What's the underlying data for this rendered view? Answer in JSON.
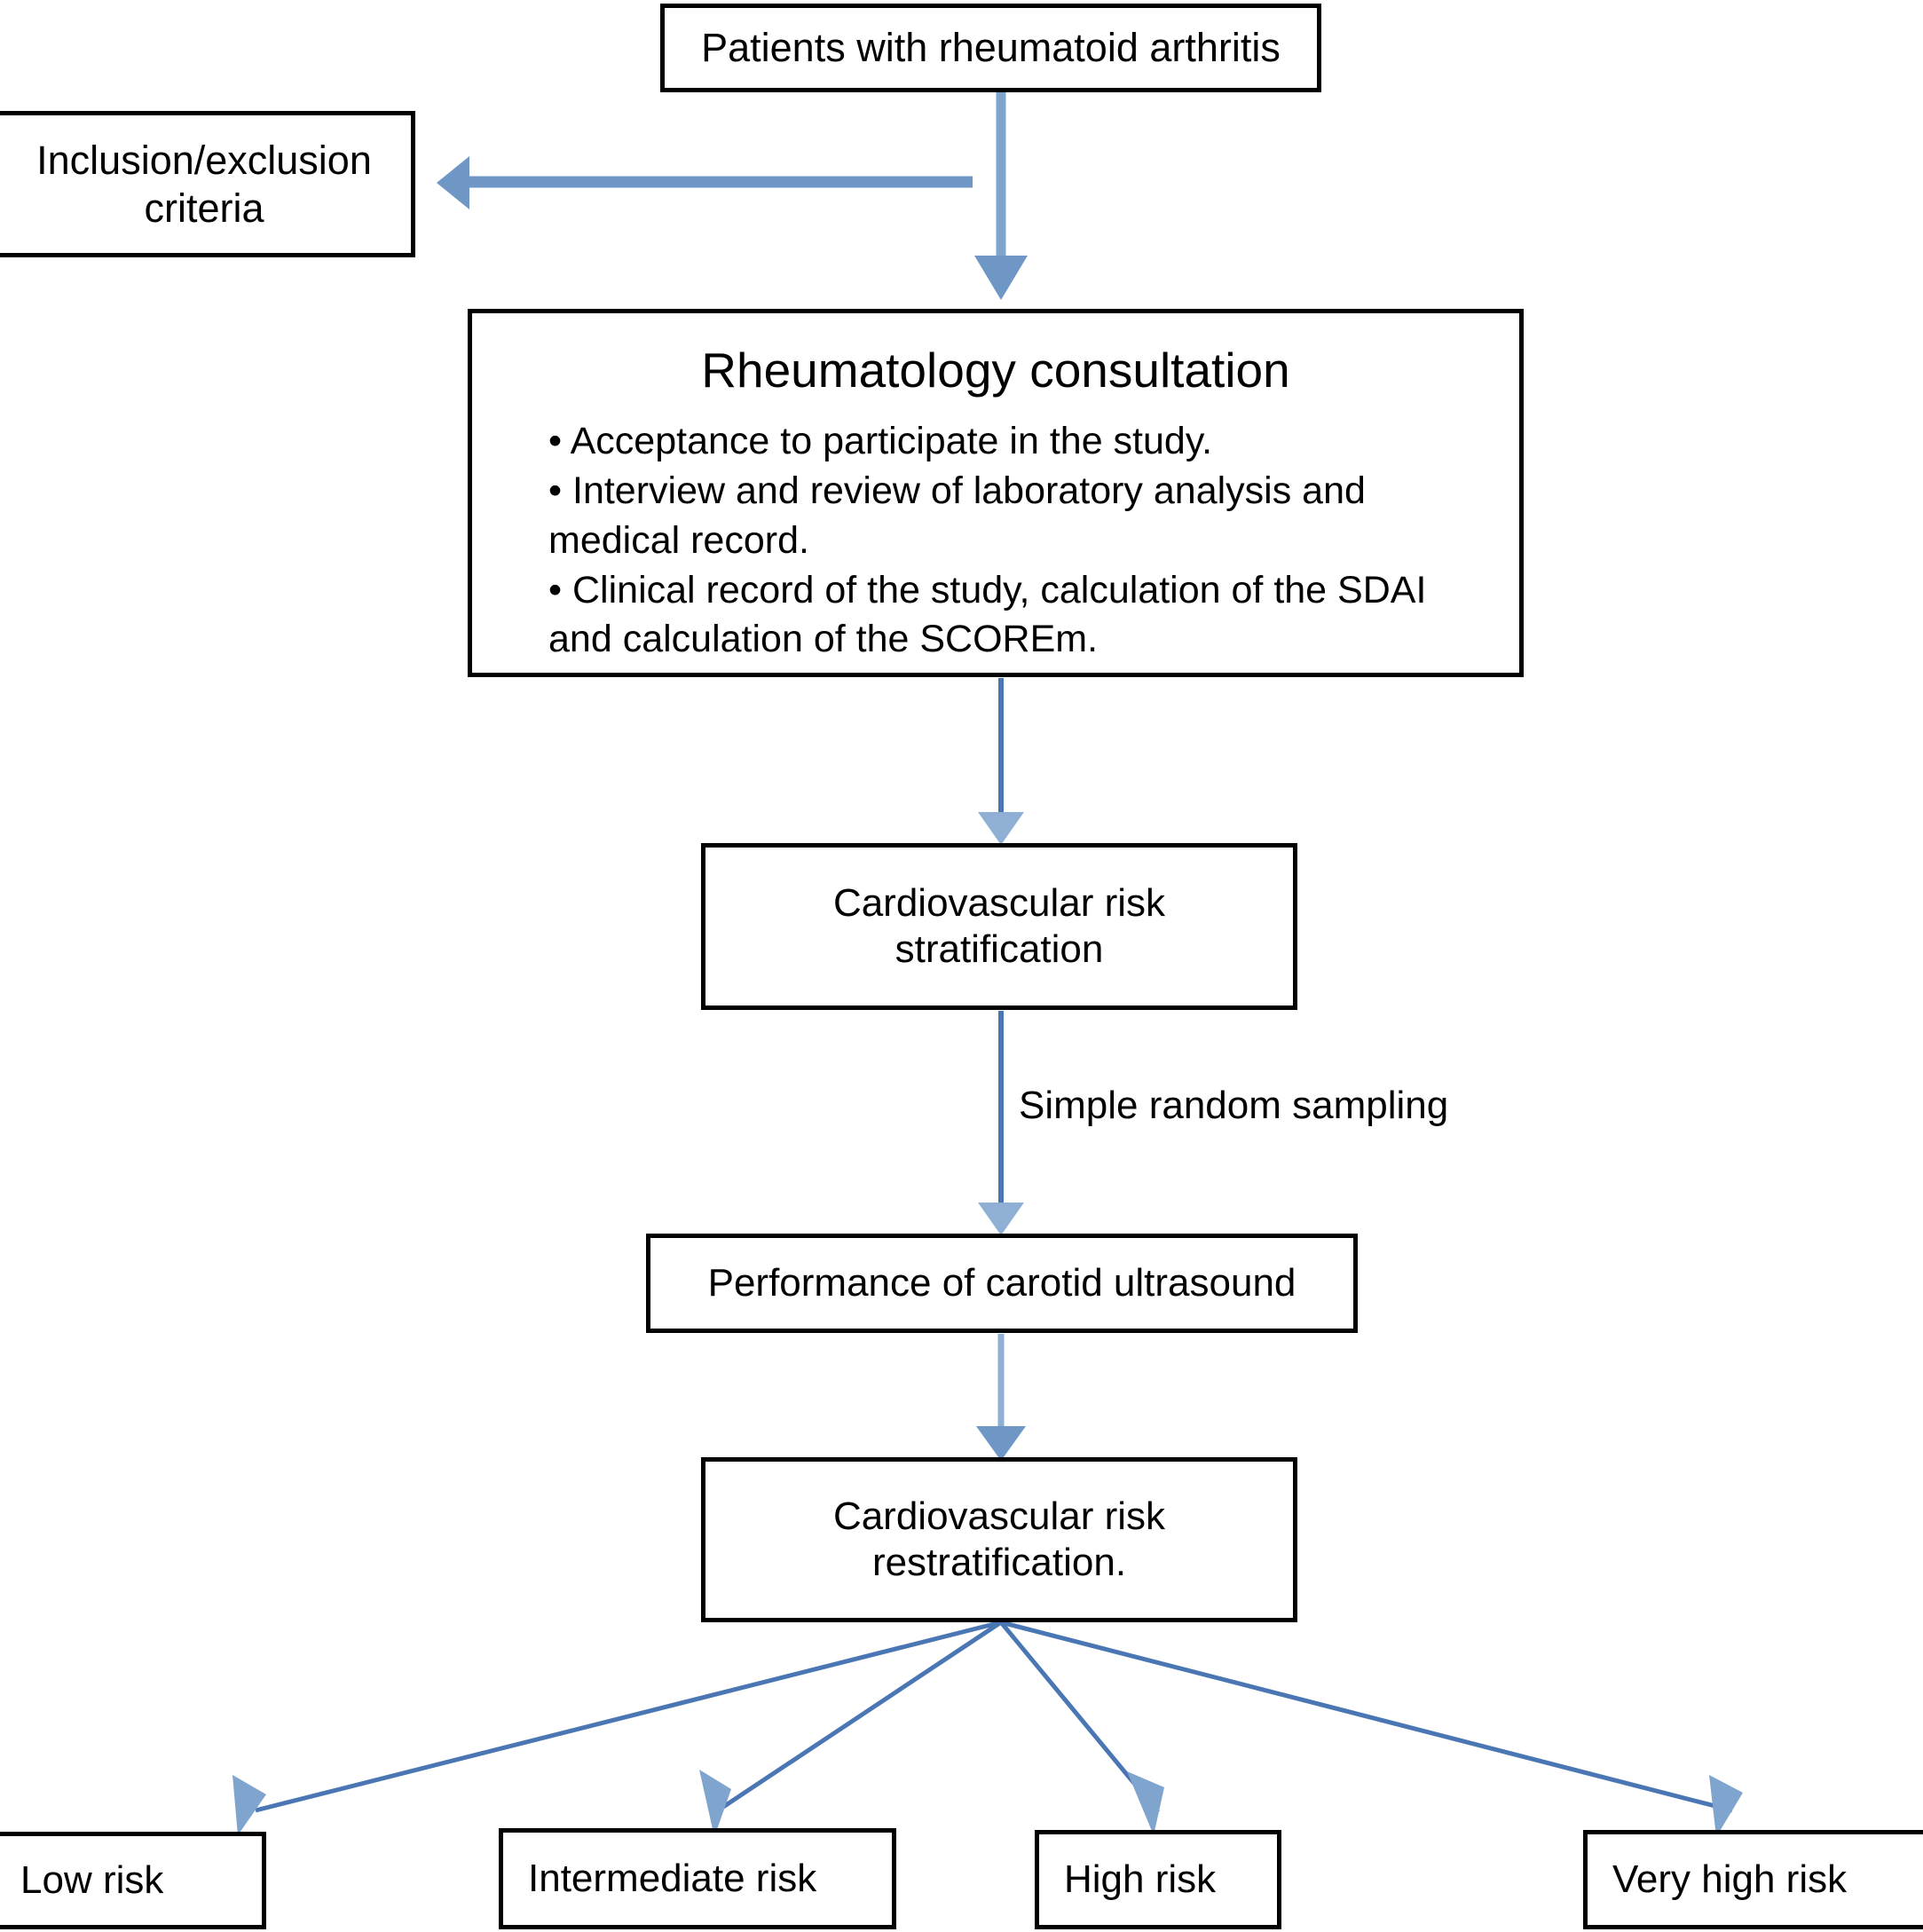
{
  "diagram": {
    "title": "Study flowchart: cardiovascular risk stratification in rheumatoid arthritis",
    "colors": {
      "box_border": "#000000",
      "box_fill": "#FFFFFF",
      "arrow_line": "#4A77B4",
      "arrow_head": "#8FAFD4",
      "text": "#000000"
    }
  },
  "nodes": {
    "patients": {
      "label": "Patients with rheumatoid arthritis"
    },
    "criteria": {
      "label": "Inclusion/exclusion\ncriteria"
    },
    "consultation": {
      "heading": "Rheumatology consultation",
      "bullets": [
        "• Acceptance to participate in the study.",
        "• Interview and review of laboratory analysis and medical record.",
        "• Clinical record of the study, calculation of the SDAI and calculation  of the SCOREm."
      ]
    },
    "stratification": {
      "label": "Cardiovascular risk\nstratification"
    },
    "carotid": {
      "label": "Performance of carotid ultrasound"
    },
    "restratification": {
      "label": "Cardiovascular risk\nrestratification."
    },
    "low_risk": {
      "label": "Low risk"
    },
    "intermediate_risk": {
      "label": "Intermediate risk"
    },
    "high_risk": {
      "label": "High risk"
    },
    "very_high_risk": {
      "label": "Very high risk"
    }
  },
  "edges": {
    "sampling_label": "Simple random sampling"
  }
}
